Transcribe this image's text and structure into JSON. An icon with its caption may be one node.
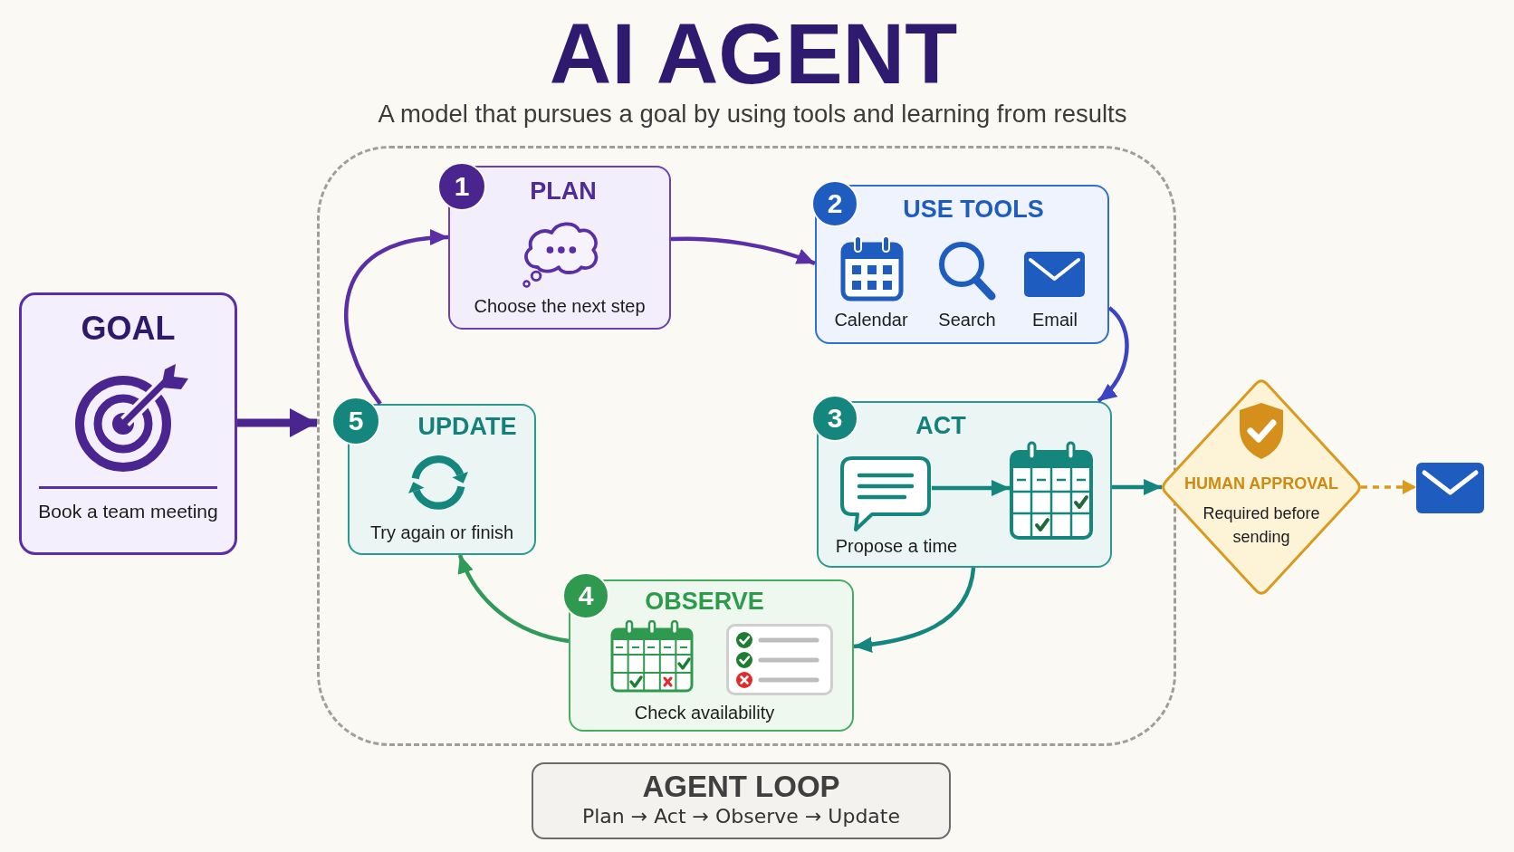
{
  "diagram": {
    "title": "AI AGENT",
    "nodes": [
      {
        "text": [
          "GOAL",
          "Book a team meeting"
        ]
      },
      {
        "text": [],
        "shape": "box"
      },
      {
        "text": [
          "1"
        ],
        "in": 1
      },
      {
        "text": [
          "PLAN",
          "Choose the next step"
        ],
        "in": 1
      },
      {
        "text": [
          "2"
        ],
        "in": 1
      },
      {
        "text": [
          "USE TOOLS",
          "Calendar",
          "Search",
          "Email"
        ],
        "in": 1
      },
      {
        "text": [
          "5"
        ],
        "in": 1
      },
      {
        "text": [
          "UPDATE",
          "Try again or finish"
        ],
        "in": 1
      },
      {
        "text": [
          "3"
        ],
        "in": 1
      },
      {
        "text": [
          "ACT",
          "Propose a time"
        ],
        "in": 1
      },
      {
        "text": [],
        "shape": "picture",
        "in": 9
      },
      {
        "text": [],
        "shape": "picture",
        "in": 9
      },
      {
        "text": [
          "4"
        ],
        "in": 1
      },
      {
        "text": [
          "OBSERVE",
          "Check availability"
        ],
        "in": 1
      },
      {
        "text": [
          "HUMAN APPROVAL",
          "Required before sending"
        ]
      },
      {
        "text": [],
        "shape": "picture"
      },
      {
        "text": [
          "AGENT LOOP",
          "Plan → Act → Observe → Update"
        ]
      }
    ],
    "edges": [
      {
        "from": 0,
        "to": 1,
        "arrow": "to",
        "style": "thick",
        "color": "#4a2590"
      },
      {
        "from": 3,
        "to": 5,
        "arrow": "to",
        "color": "#5a2ea6"
      },
      {
        "from": 5,
        "to": 9,
        "arrow": "to",
        "color": "#3b45c4"
      },
      {
        "from": 10,
        "to": 11,
        "arrow": "to",
        "color": "#14867e"
      },
      {
        "from": 9,
        "to": 14,
        "arrow": "to",
        "color": "#14867e"
      },
      {
        "from": 9,
        "to": 13,
        "arrow": "to",
        "color": "#14867e"
      },
      {
        "from": 13,
        "to": 7,
        "arrow": "to",
        "color": "#2f9a5a"
      },
      {
        "from": 7,
        "to": 3,
        "arrow": "to",
        "color": "#5a2ea6"
      },
      {
        "from": 14,
        "to": 15,
        "arrow": "to",
        "style": "dashed",
        "color": "#d99a1e"
      }
    ],
    "labels": [
      "A model that pursues a goal by using tools and learning from results"
    ]
  }
}
